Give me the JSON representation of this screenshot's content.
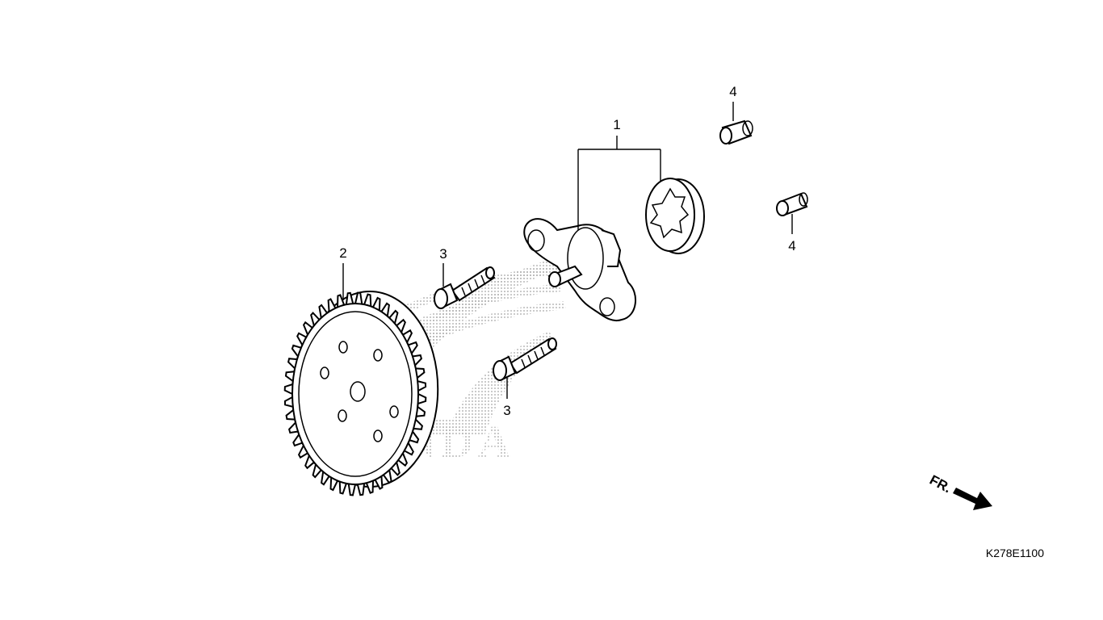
{
  "diagram": {
    "callouts": {
      "part1": "1",
      "part2": "2",
      "part3a": "3",
      "part3b": "3",
      "part4a": "4",
      "part4b": "4"
    },
    "orientation_label": "FR.",
    "figure_code": "K278E1100",
    "watermark_text": "HONDA",
    "colors": {
      "line": "#000000",
      "background": "#ffffff",
      "watermark": "#b0b0b0"
    },
    "icons": {
      "front_arrow": "arrow-right-icon"
    }
  }
}
